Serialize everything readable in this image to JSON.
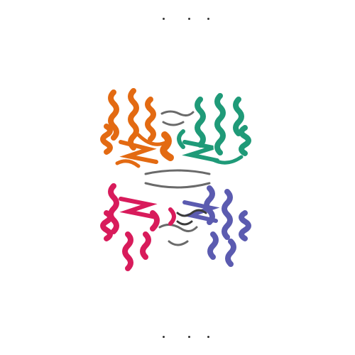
{
  "figure": {
    "background": "#ffffff",
    "chains": [
      {
        "id": "A",
        "color": "#e36a12"
      },
      {
        "id": "B",
        "color": "#1f9a78"
      },
      {
        "id": "C",
        "color": "#d81b5b"
      },
      {
        "id": "D",
        "color": "#5b5bb0"
      }
    ],
    "linker_color": "#6a6a6a",
    "marker_dots": {
      "top_count": 3,
      "bottom_count": 3,
      "color": "#333333"
    }
  }
}
